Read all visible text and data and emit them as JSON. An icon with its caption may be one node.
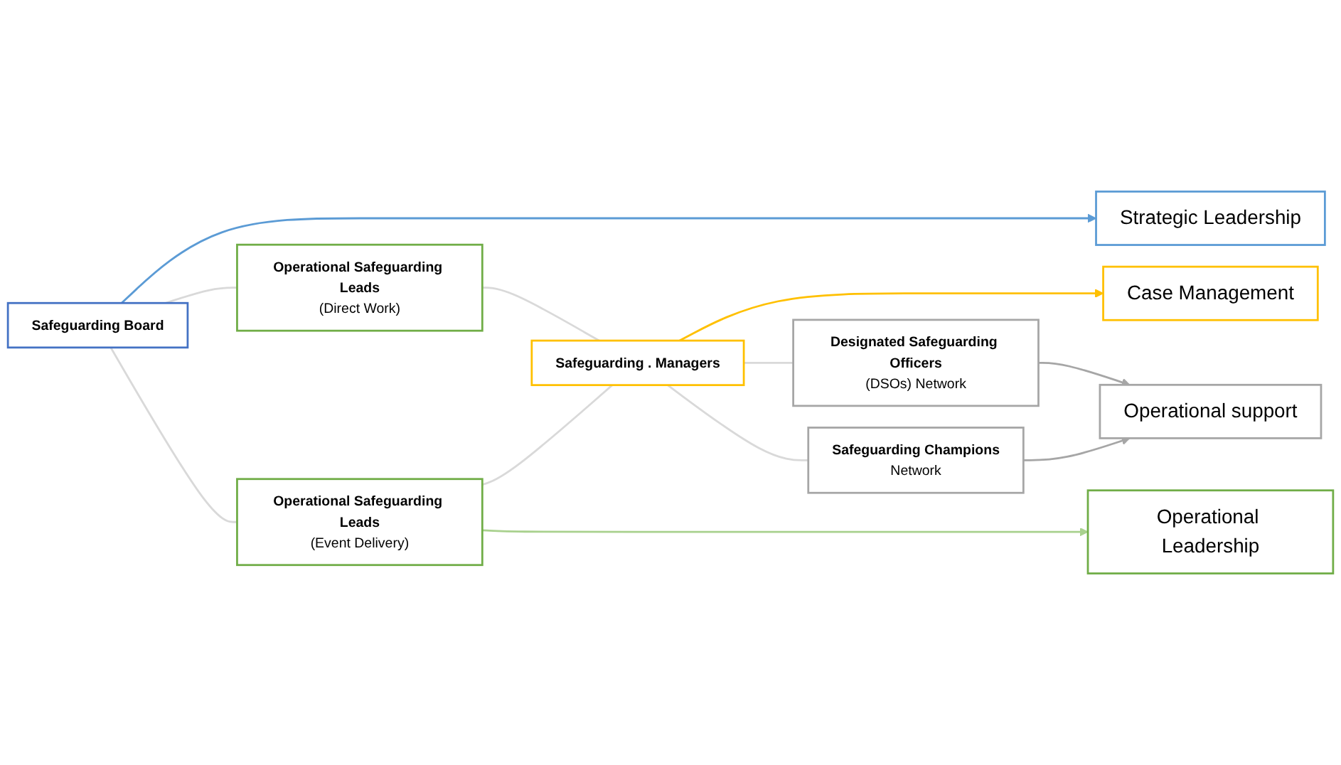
{
  "diagram": {
    "nodes": [
      {
        "text": [
          "Safeguarding Board"
        ]
      },
      {
        "text": [
          "Strategic Leadership"
        ]
      },
      {
        "text": [
          "Operational Safeguarding Leads",
          "(Direct Work)"
        ]
      },
      {
        "text": [
          "Operational Safeguarding Leads",
          "(Event Delivery)"
        ]
      },
      {
        "text": [
          "Operational Leadership"
        ]
      },
      {
        "text": [
          "Safeguarding . Managers"
        ]
      },
      {
        "text": [
          "Case Management"
        ]
      },
      {
        "text": [
          "Designated Safeguarding Officers",
          "(DSOs) Network"
        ]
      },
      {
        "text": [
          "Safeguarding Champions",
          "Network"
        ]
      },
      {
        "text": [
          "Operational support"
        ]
      }
    ],
    "edges": [
      {
        "from": 0,
        "to": 1,
        "arrow": "to",
        "color": "#5b9bd5"
      },
      {
        "from": 0,
        "to": 2,
        "arrow": "none"
      },
      {
        "from": 0,
        "to": 3,
        "arrow": "none"
      },
      {
        "from": 3,
        "to": 4,
        "arrow": "to",
        "color": "#a9d18e"
      },
      {
        "from": 2,
        "to": 5,
        "arrow": "none"
      },
      {
        "from": 3,
        "to": 5,
        "arrow": "none"
      },
      {
        "from": 5,
        "to": 6,
        "arrow": "to",
        "color": "#ffc000"
      },
      {
        "from": 5,
        "to": 7,
        "arrow": "none"
      },
      {
        "from": 5,
        "to": 8,
        "arrow": "none"
      },
      {
        "from": 7,
        "to": 9,
        "arrow": "to",
        "color": "#a6a6a6"
      },
      {
        "from": 8,
        "to": 9,
        "arrow": "to",
        "color": "#a6a6a6"
      }
    ]
  }
}
